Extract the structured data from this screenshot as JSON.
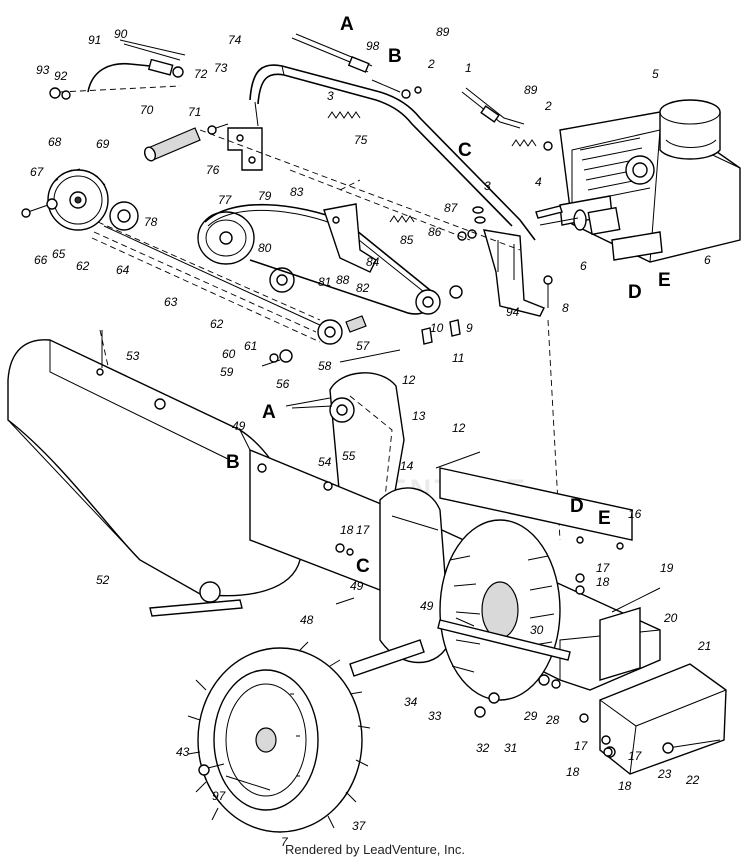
{
  "labels": {
    "callouts": [
      "1",
      "2",
      "3",
      "4",
      "5",
      "6",
      "7",
      "8",
      "9",
      "10",
      "11",
      "12",
      "13",
      "14",
      "16",
      "17",
      "18",
      "19",
      "20",
      "21",
      "22",
      "23",
      "28",
      "29",
      "30",
      "31",
      "32",
      "33",
      "34",
      "37",
      "43",
      "48",
      "49",
      "52",
      "53",
      "54",
      "55",
      "56",
      "57",
      "58",
      "59",
      "60",
      "61",
      "62",
      "63",
      "64",
      "65",
      "66",
      "67",
      "68",
      "69",
      "70",
      "71",
      "72",
      "73",
      "74",
      "75",
      "76",
      "77",
      "78",
      "79",
      "80",
      "81",
      "82",
      "83",
      "84",
      "85",
      "86",
      "87",
      "88",
      "89",
      "90",
      "91",
      "92",
      "93",
      "94",
      "97",
      "98"
    ],
    "connection_letters": [
      "A",
      "B",
      "C",
      "D",
      "E"
    ]
  },
  "watermark_text": "LEADVENTURE",
  "credit": "Rendered by LeadVenture, Inc."
}
